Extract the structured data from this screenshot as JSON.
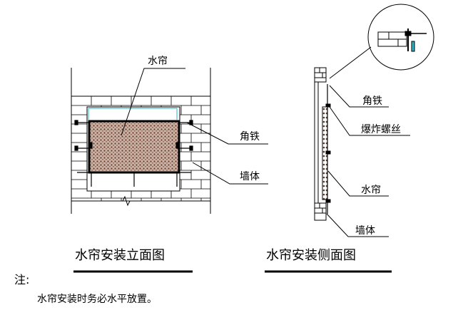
{
  "front_view": {
    "callout_curtain": "水帘",
    "callout_angle_iron": "角铁",
    "callout_wall": "墙体",
    "caption": "水帘安装立面图"
  },
  "side_view": {
    "callout_angle_iron": "角铁",
    "callout_bolt": "爆炸螺丝",
    "callout_curtain": "水帘",
    "callout_wall": "墙体",
    "caption": "水帘安装侧面图"
  },
  "notes": {
    "heading": "注:",
    "text": "水帘安装时务必水平放置。"
  },
  "colors": {
    "line": "#000000",
    "pad_fill": "#7a4b3a",
    "glass": "#2bb8c4"
  }
}
